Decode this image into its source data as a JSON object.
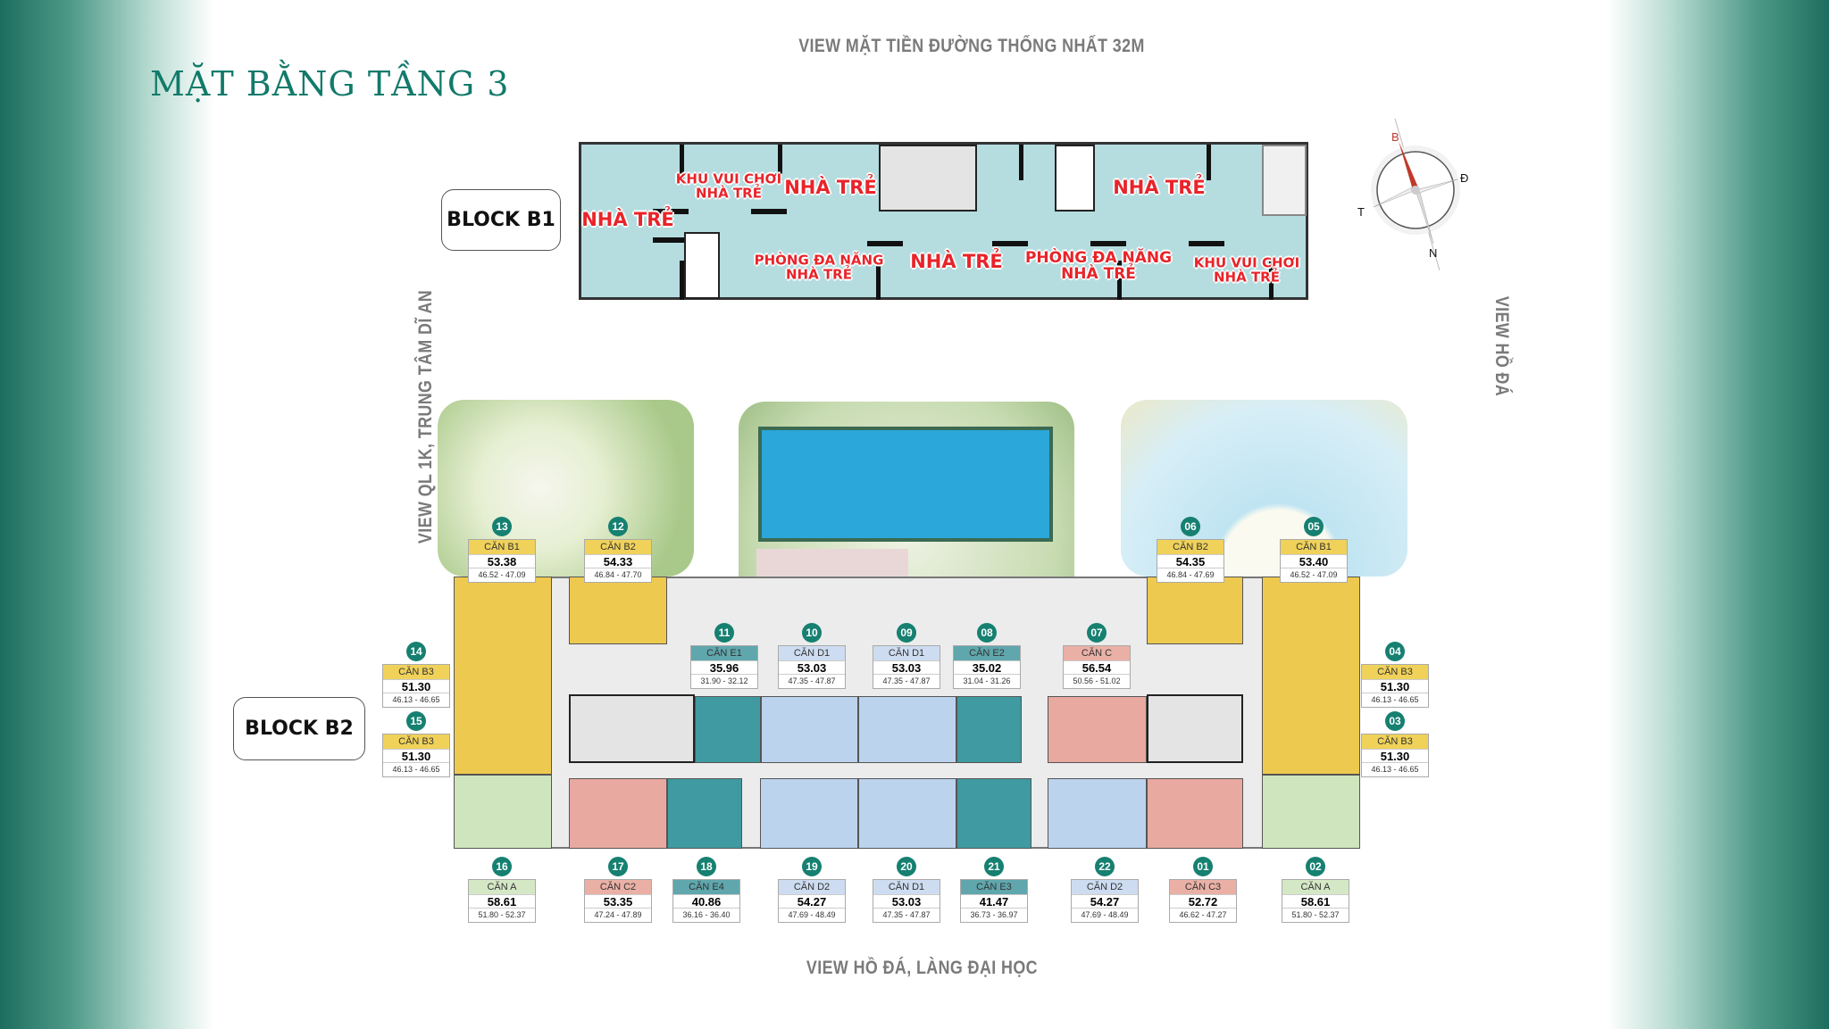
{
  "title": "MẶT BẰNG TẦNG 3",
  "views": {
    "top": "VIEW MẶT TIỀN ĐƯỜNG THỐNG NHẤT 32M",
    "bottom": "VIEW HỒ ĐÁ, LÀNG ĐẠI HỌC",
    "left": "VIEW QL 1K, TRUNG TÂM DĨ AN",
    "right": "VIEW HỒ ĐÁ"
  },
  "blocks": {
    "b1": "BLOCK B1",
    "b2": "BLOCK B2"
  },
  "b1_rooms": [
    "NHÀ TRẺ",
    "KHU VUI CHƠI\nNHÀ TRẺ",
    "NHÀ TRẺ",
    "NHÀ TRẺ",
    "PHÒNG ĐA NĂNG\nNHÀ TRẺ",
    "NHÀ TRẺ",
    "PHÒNG ĐA NĂNG\nNHÀ TRẺ",
    "KHU VUI CHƠI\nNHÀ TRẺ"
  ],
  "compass": {
    "n": "B",
    "e": "Đ",
    "s": "N",
    "w": "T",
    "accent": "#c0392b"
  },
  "colors": {
    "B": "#f0d25a",
    "E": "#5fa7ad",
    "D": "#cddcf0",
    "C": "#eab0a6",
    "A": "#d5e8c6",
    "badge": "#168071"
  },
  "units": [
    {
      "no": "13",
      "type": "CĂN B1",
      "area": "53.38",
      "range": "46.52 - 47.09",
      "cat": "B"
    },
    {
      "no": "12",
      "type": "CĂN B2",
      "area": "54.33",
      "range": "46.84 - 47.70",
      "cat": "B"
    },
    {
      "no": "06",
      "type": "CĂN B2",
      "area": "54.35",
      "range": "46.84 - 47.69",
      "cat": "B"
    },
    {
      "no": "05",
      "type": "CĂN B1",
      "area": "53.40",
      "range": "46.52 - 47.09",
      "cat": "B"
    },
    {
      "no": "11",
      "type": "CĂN E1",
      "area": "35.96",
      "range": "31.90 - 32.12",
      "cat": "E"
    },
    {
      "no": "10",
      "type": "CĂN D1",
      "area": "53.03",
      "range": "47.35 - 47.87",
      "cat": "D"
    },
    {
      "no": "09",
      "type": "CĂN D1",
      "area": "53.03",
      "range": "47.35 - 47.87",
      "cat": "D"
    },
    {
      "no": "08",
      "type": "CĂN E2",
      "area": "35.02",
      "range": "31.04 - 31.26",
      "cat": "E"
    },
    {
      "no": "07",
      "type": "CĂN C",
      "area": "56.54",
      "range": "50.56 - 51.02",
      "cat": "C"
    },
    {
      "no": "14",
      "type": "CĂN B3",
      "area": "51.30",
      "range": "46.13 - 46.65",
      "cat": "B"
    },
    {
      "no": "15",
      "type": "CĂN B3",
      "area": "51.30",
      "range": "46.13 - 46.65",
      "cat": "B"
    },
    {
      "no": "04",
      "type": "CĂN B3",
      "area": "51.30",
      "range": "46.13 - 46.65",
      "cat": "B"
    },
    {
      "no": "03",
      "type": "CĂN B3",
      "area": "51.30",
      "range": "46.13 - 46.65",
      "cat": "B"
    },
    {
      "no": "16",
      "type": "CĂN A",
      "area": "58.61",
      "range": "51.80 - 52.37",
      "cat": "A"
    },
    {
      "no": "17",
      "type": "CĂN C2",
      "area": "53.35",
      "range": "47.24 - 47.89",
      "cat": "C"
    },
    {
      "no": "18",
      "type": "CĂN E4",
      "area": "40.86",
      "range": "36.16 - 36.40",
      "cat": "E"
    },
    {
      "no": "19",
      "type": "CĂN D2",
      "area": "54.27",
      "range": "47.69 - 48.49",
      "cat": "D"
    },
    {
      "no": "20",
      "type": "CĂN D1",
      "area": "53.03",
      "range": "47.35 - 47.87",
      "cat": "D"
    },
    {
      "no": "21",
      "type": "CĂN E3",
      "area": "41.47",
      "range": "36.73 - 36.97",
      "cat": "E"
    },
    {
      "no": "22",
      "type": "CĂN D2",
      "area": "54.27",
      "range": "47.69 - 48.49",
      "cat": "D"
    },
    {
      "no": "01",
      "type": "CĂN C3",
      "area": "52.72",
      "range": "46.62 - 47.27",
      "cat": "C"
    },
    {
      "no": "02",
      "type": "CĂN A",
      "area": "58.61",
      "range": "51.80 - 52.37",
      "cat": "A"
    }
  ]
}
